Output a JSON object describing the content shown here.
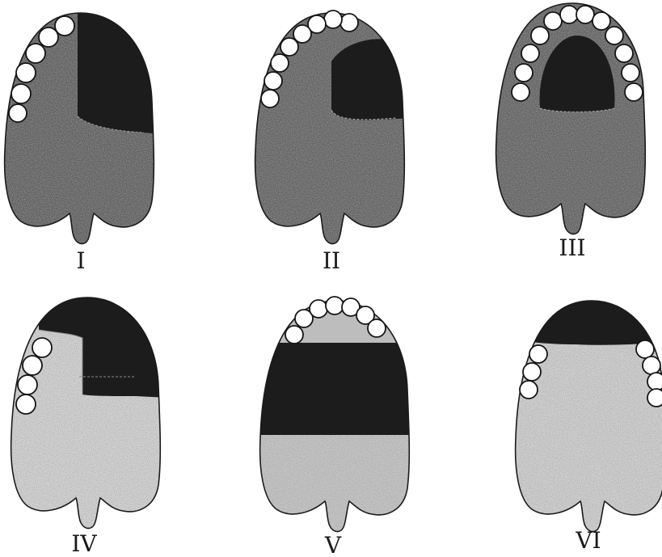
{
  "figure": {
    "colors": {
      "background": "#ffffff",
      "ink_dark": "#1c1c1c",
      "stipple_dense": "#5a5a5a",
      "stipple_medium": "#6e6e6e",
      "stipple_light": "#d2d2d2",
      "bead_fill": "#ffffff"
    },
    "panels": [
      {
        "numeral": "I",
        "pattern": "dense-body-dark-right-quadrant-beads-left"
      },
      {
        "numeral": "II",
        "pattern": "dense-body-dark-right-block-beads-top-left"
      },
      {
        "numeral": "III",
        "pattern": "dense-body-dark-centre-beads-around-top"
      },
      {
        "numeral": "IV",
        "pattern": "light-body-dark-top-right-beads-left"
      },
      {
        "numeral": "V",
        "pattern": "light-lower-dark-band-beads-top"
      },
      {
        "numeral": "VI",
        "pattern": "light-body-dark-cap-beads-both-sides"
      }
    ]
  }
}
